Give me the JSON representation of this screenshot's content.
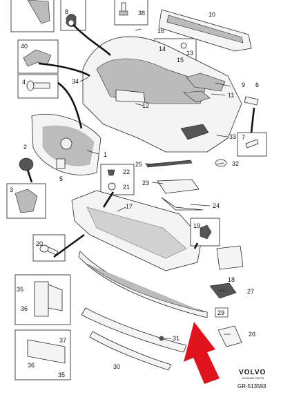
{
  "callouts": [
    {
      "id": "c1",
      "text": "1"
    },
    {
      "id": "c2",
      "text": "2"
    },
    {
      "id": "c3",
      "text": "3"
    },
    {
      "id": "c4",
      "text": "4"
    },
    {
      "id": "c5",
      "text": "5"
    },
    {
      "id": "c6",
      "text": "6"
    },
    {
      "id": "c7",
      "text": "7"
    },
    {
      "id": "c8",
      "text": "8"
    },
    {
      "id": "c9",
      "text": "9"
    },
    {
      "id": "c10",
      "text": "10"
    },
    {
      "id": "c11",
      "text": "11"
    },
    {
      "id": "c12",
      "text": "12"
    },
    {
      "id": "c13",
      "text": "13"
    },
    {
      "id": "c14",
      "text": "14"
    },
    {
      "id": "c15",
      "text": "15"
    },
    {
      "id": "c16",
      "text": "16"
    },
    {
      "id": "c17",
      "text": "17"
    },
    {
      "id": "c18",
      "text": "18"
    },
    {
      "id": "c19",
      "text": "19"
    },
    {
      "id": "c20",
      "text": "20"
    },
    {
      "id": "c21",
      "text": "21"
    },
    {
      "id": "c22",
      "text": "22"
    },
    {
      "id": "c23",
      "text": "23"
    },
    {
      "id": "c24",
      "text": "24"
    },
    {
      "id": "c25",
      "text": "25"
    },
    {
      "id": "c26",
      "text": "26"
    },
    {
      "id": "c27",
      "text": "27"
    },
    {
      "id": "c29",
      "text": "29"
    },
    {
      "id": "c30",
      "text": "30"
    },
    {
      "id": "c31",
      "text": "31"
    },
    {
      "id": "c32",
      "text": "32"
    },
    {
      "id": "c33",
      "text": "33"
    },
    {
      "id": "c34",
      "text": "34"
    },
    {
      "id": "c35a",
      "text": "35"
    },
    {
      "id": "c36a",
      "text": "36"
    },
    {
      "id": "c35b",
      "text": "35"
    },
    {
      "id": "c36b",
      "text": "36"
    },
    {
      "id": "c37",
      "text": "37"
    },
    {
      "id": "c38",
      "text": "38"
    },
    {
      "id": "c40",
      "text": "40"
    }
  ],
  "brand": {
    "logo_text": "VOLVO",
    "logo_subtext": "GENUINE PARTS",
    "reference": "GR-513593"
  },
  "colors": {
    "highlight_arrow": "#e0121b",
    "highlight_box": "#e8b84a",
    "line": "#222222"
  }
}
